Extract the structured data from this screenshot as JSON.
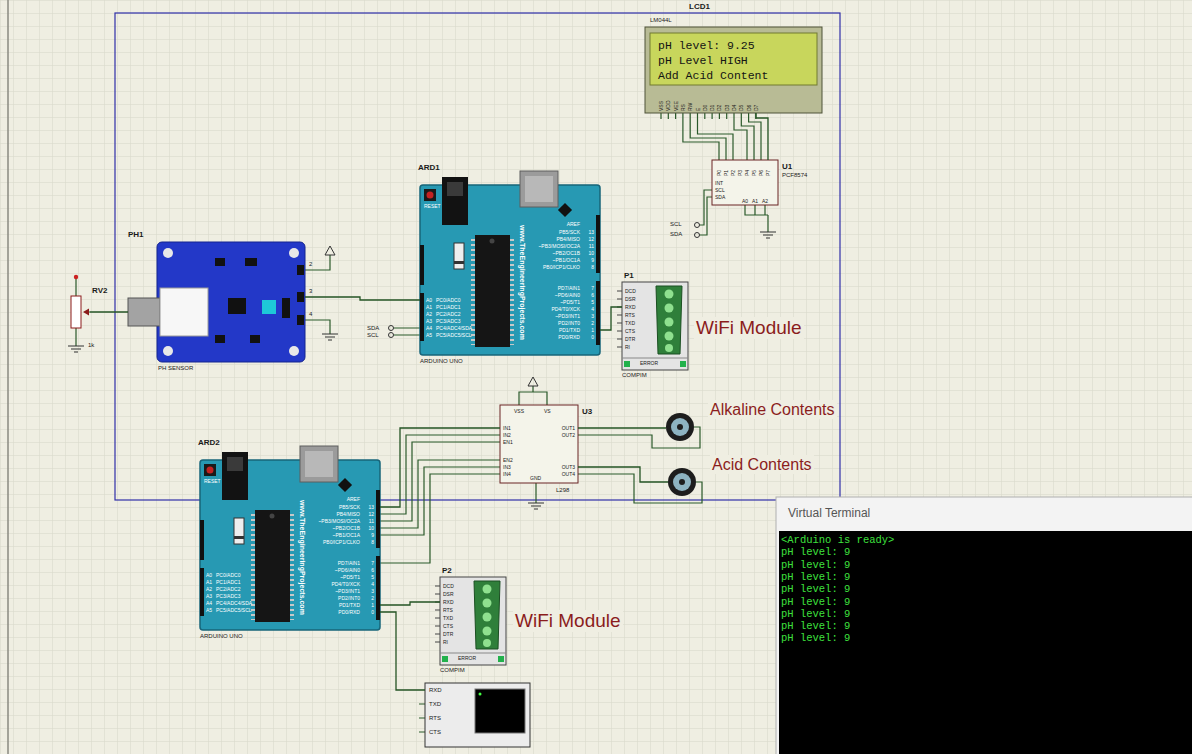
{
  "diagram": {
    "nodes": [
      {
        "text": [
          "LCD1",
          "LM044L",
          "pH level: 9.25",
          "pH Level HIGH",
          "Add Acid Content",
          "VSS",
          "VDD",
          "VEE",
          "RS",
          "RW",
          "E",
          "D0",
          "D1",
          "D2",
          "D3",
          "D4",
          "D5",
          "D6",
          "D7"
        ]
      },
      {
        "text": [
          "U1",
          "PCF8574",
          "SCL",
          "SDA",
          "INT",
          "A0",
          "A1",
          "A2",
          "P0",
          "P1",
          "P2",
          "P3",
          "P4",
          "P5",
          "P6",
          "P7"
        ]
      },
      {
        "text": [
          "RV2",
          "1k"
        ]
      },
      {
        "text": [
          "PH1",
          "PH SENSOR"
        ]
      },
      {
        "text": [
          "ARD1",
          "ARDUINO UNO",
          "www.TheEngineeringProjects.com",
          "RESET",
          "AREF",
          "PB5/SCK",
          "PB4/MISO",
          "~PB3/MOSI/OC2A",
          "~PB2/OC1B",
          "~PB1/OC1A",
          "PB0/ICP1/CLKO",
          "PD7/AIN1",
          "~PD6/AIN0",
          "~PD5/T1",
          "PD4/T0/XCK",
          "~PD3/INT1",
          "PD2/INT0",
          "PD1/TXD",
          "PD0/RXD",
          "PC0/ADC0",
          "PC1/ADC1",
          "PC2/ADC2",
          "PC3/ADC3",
          "PC4/ADC4/SDA",
          "PC5/ADC5/SCL",
          "A0",
          "A1",
          "A2",
          "A3",
          "A4",
          "A5",
          "13",
          "12",
          "11",
          "10",
          "9",
          "8",
          "7",
          "6",
          "5",
          "4",
          "3",
          "2",
          "1",
          "0"
        ]
      },
      {
        "text": [
          "P1",
          "DCD",
          "DSR",
          "RXD",
          "RTS",
          "TXD",
          "CTS",
          "DTR",
          "RI",
          "ERROR",
          "COMPIM"
        ]
      },
      {
        "text": [
          "U3",
          "L298",
          "VSS",
          "VS",
          "IN1",
          "IN2",
          "EN1",
          "EN2",
          "IN3",
          "IN4",
          "OUT1",
          "OUT2",
          "OUT3",
          "OUT4",
          "GND"
        ]
      },
      {
        "text": [
          "Alkaline Contents"
        ]
      },
      {
        "text": [
          "Acid Contents"
        ]
      },
      {
        "text": [
          "ARD2",
          "ARDUINO UNO",
          "www.TheEngineeringProjects.com",
          "RESET",
          "AREF",
          "PB5/SCK",
          "PB4/MISO",
          "~PB3/MOSI/OC2A",
          "~PB2/OC1B",
          "~PB1/OC1A",
          "PB0/ICP1/CLKO",
          "PD7/AIN1",
          "~PD6/AIN0",
          "~PD5/T1",
          "PD4/T0/XCK",
          "~PD3/INT1",
          "PD2/INT0",
          "PD1/TXD",
          "PD0/RXD",
          "PC0/ADC0",
          "PC1/ADC1",
          "PC2/ADC2",
          "PC3/ADC3",
          "PC4/ADC4/SDA",
          "PC5/ADC5/SCL",
          "A0",
          "A1",
          "A2",
          "A3",
          "A4",
          "A5",
          "13",
          "12",
          "11",
          "10",
          "9",
          "8",
          "7",
          "6",
          "5",
          "4",
          "3",
          "2",
          "1",
          "0"
        ]
      },
      {
        "text": [
          "P2",
          "DCD",
          "DSR",
          "RXD",
          "RTS",
          "TXD",
          "CTS",
          "DTR",
          "RI",
          "ERROR",
          "COMPIM"
        ]
      },
      {
        "text": [
          "RXD",
          "TXD",
          "RTS",
          "CTS"
        ]
      },
      {
        "text": [
          "Virtual Terminal",
          "<Arduino is ready>",
          "pH level: 9",
          "pH level: 9",
          "pH level: 9",
          "pH level: 9",
          "pH level: 9",
          "pH level: 9",
          "pH level: 9",
          "pH level: 9"
        ]
      }
    ],
    "edges": [
      {
        "from": 2,
        "to": 3,
        "arrow": "none"
      },
      {
        "from": 3,
        "to": 4,
        "arrow": "none"
      },
      {
        "from": 4,
        "to": 5,
        "arrow": "none"
      },
      {
        "from": 0,
        "to": 1,
        "arrow": "none"
      },
      {
        "from": 9,
        "to": 6,
        "arrow": "none"
      },
      {
        "from": 6,
        "to": 7,
        "arrow": "none"
      },
      {
        "from": 6,
        "to": 8,
        "arrow": "none"
      },
      {
        "from": 9,
        "to": 10,
        "arrow": "none"
      },
      {
        "from": 9,
        "to": 11,
        "arrow": "none"
      }
    ],
    "labels": [
      "SDA",
      "SCL",
      "SCL",
      "SDA",
      "2",
      "3",
      "4",
      "WiFi Module",
      "WiFi Module"
    ]
  }
}
